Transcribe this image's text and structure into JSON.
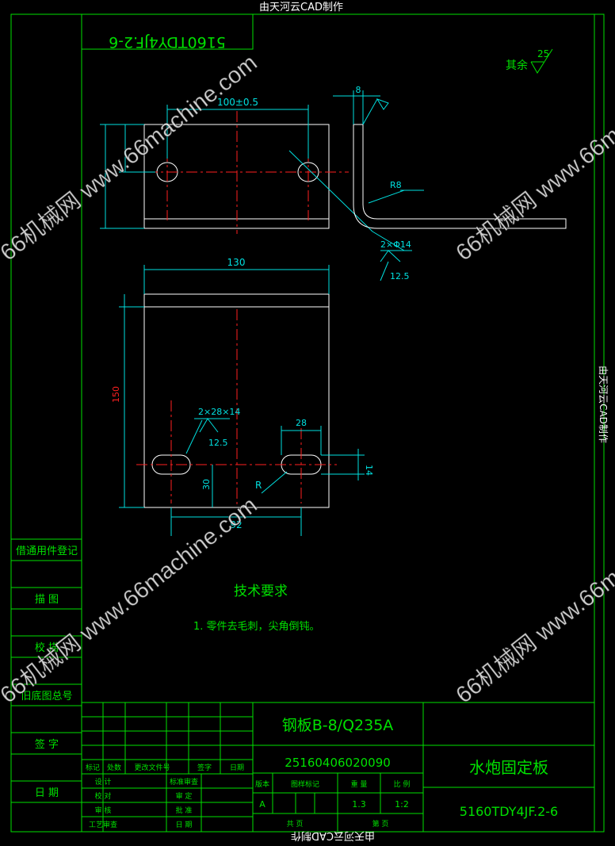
{
  "border_text": {
    "top": "由天河云CAD制作",
    "bottom": "由天河云CAD制作",
    "right": "由天河云CAD制作"
  },
  "drawing_code_rotated": "5160TDY4JF.2-6",
  "surface_finish": {
    "label": "其余",
    "value": "25"
  },
  "dimensions": {
    "top_view_width": "100±0.5",
    "thickness": "8",
    "bend_radius": "R8",
    "hole_callout": "2×Φ14",
    "hole_roughness": "12.5",
    "front_width": "130",
    "front_height": "150",
    "slot_callout": "2×28×14",
    "slot_roughness": "12.5",
    "slot_length": "28",
    "slot_width": "14",
    "slot_offset": "30",
    "slot_spacing": "92",
    "slot_radius": "R"
  },
  "tech_requirements": {
    "title": "技术要求",
    "item1": "1. 零件去毛刺，尖角倒钝。"
  },
  "left_strip": {
    "items": [
      "借通用件登记",
      "描  图",
      "校  描",
      "旧底图总号",
      "签  字",
      "日  期"
    ]
  },
  "title_block": {
    "material": "钢板B-8/Q235A",
    "part_number": "25160406020090",
    "part_name": "水炮固定板",
    "drawing_number": "5160TDY4JF.2-6",
    "rev_headers": [
      "标记",
      "处数",
      "更改文件号",
      "签字",
      "日期"
    ],
    "sign_rows": [
      "设 计",
      "校 对",
      "审 核",
      "工艺审查"
    ],
    "approval_rows": [
      "标准审查",
      "审 定",
      "批 准",
      "日 期"
    ],
    "col_headers": [
      "版本",
      "图样标记",
      "重 量",
      "比 例"
    ],
    "version": "A",
    "weight": "1.3",
    "scale": "1:2",
    "sheets_total": "共    页",
    "sheet_no": "第    页"
  },
  "watermarks": [
    "66机械网 www.66machine.com",
    "66机械网 www.66machine.com",
    "66机械网 www.66machine.com",
    "66机械网 www.66machine.com"
  ],
  "colors": {
    "background": "#000000",
    "frame": "#00e000",
    "outline": "#ffffff",
    "centerline": "#ff2020",
    "dimension": "#00e0e0"
  }
}
